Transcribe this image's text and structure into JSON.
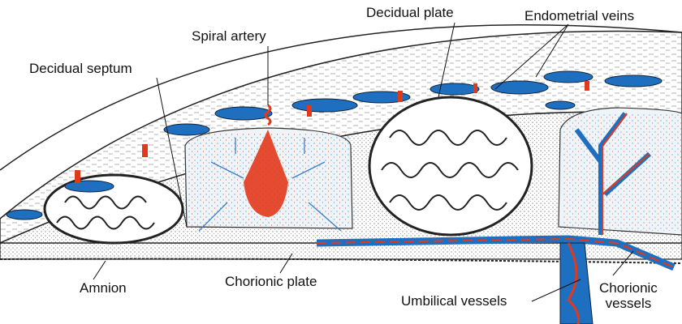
{
  "labels": {
    "decidual_plate": "Decidual plate",
    "endometrial_veins": "Endometrial veins",
    "spiral_artery": "Spiral artery",
    "decidual_septum": "Decidual septum",
    "amnion": "Amnion",
    "chorionic_plate": "Chorionic plate",
    "umbilical_vessels": "Umbilical vessels",
    "chorionic_vessels_line1": "Chorionic",
    "chorionic_vessels_line2": "vessels"
  },
  "colors": {
    "vein": "#1f6fc0",
    "artery": "#e2391b",
    "wall": "#f4f4f2",
    "ink": "#222222",
    "dots": "#e8eef4"
  }
}
